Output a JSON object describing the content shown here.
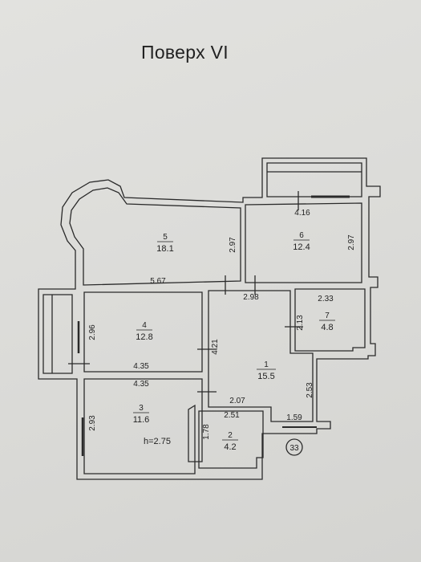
{
  "floor_title": "Поверх VI",
  "stair_marker": "33",
  "ceiling_height": "h=2.75",
  "rooms": [
    {
      "number": "1",
      "area": "15.5"
    },
    {
      "number": "2",
      "area": "4.2"
    },
    {
      "number": "3",
      "area": "11.6"
    },
    {
      "number": "4",
      "area": "12.8"
    },
    {
      "number": "5",
      "area": "18.1"
    },
    {
      "number": "6",
      "area": "12.4"
    },
    {
      "number": "7",
      "area": "4.8"
    }
  ],
  "dimensions": {
    "d_416": "4.16",
    "d_297a": "2.97",
    "d_297b": "2.97",
    "d_567": "5.67",
    "d_298": "2.98",
    "d_296": "2.96",
    "d_233": "2.33",
    "d_213": "2.13",
    "d_421": "4.21",
    "d_435a": "4.35",
    "d_435b": "4.35",
    "d_253": "2.53",
    "d_207": "2.07",
    "d_293": "2.93",
    "d_251": "2.51",
    "d_159": "1.59",
    "d_178": "1.78"
  }
}
